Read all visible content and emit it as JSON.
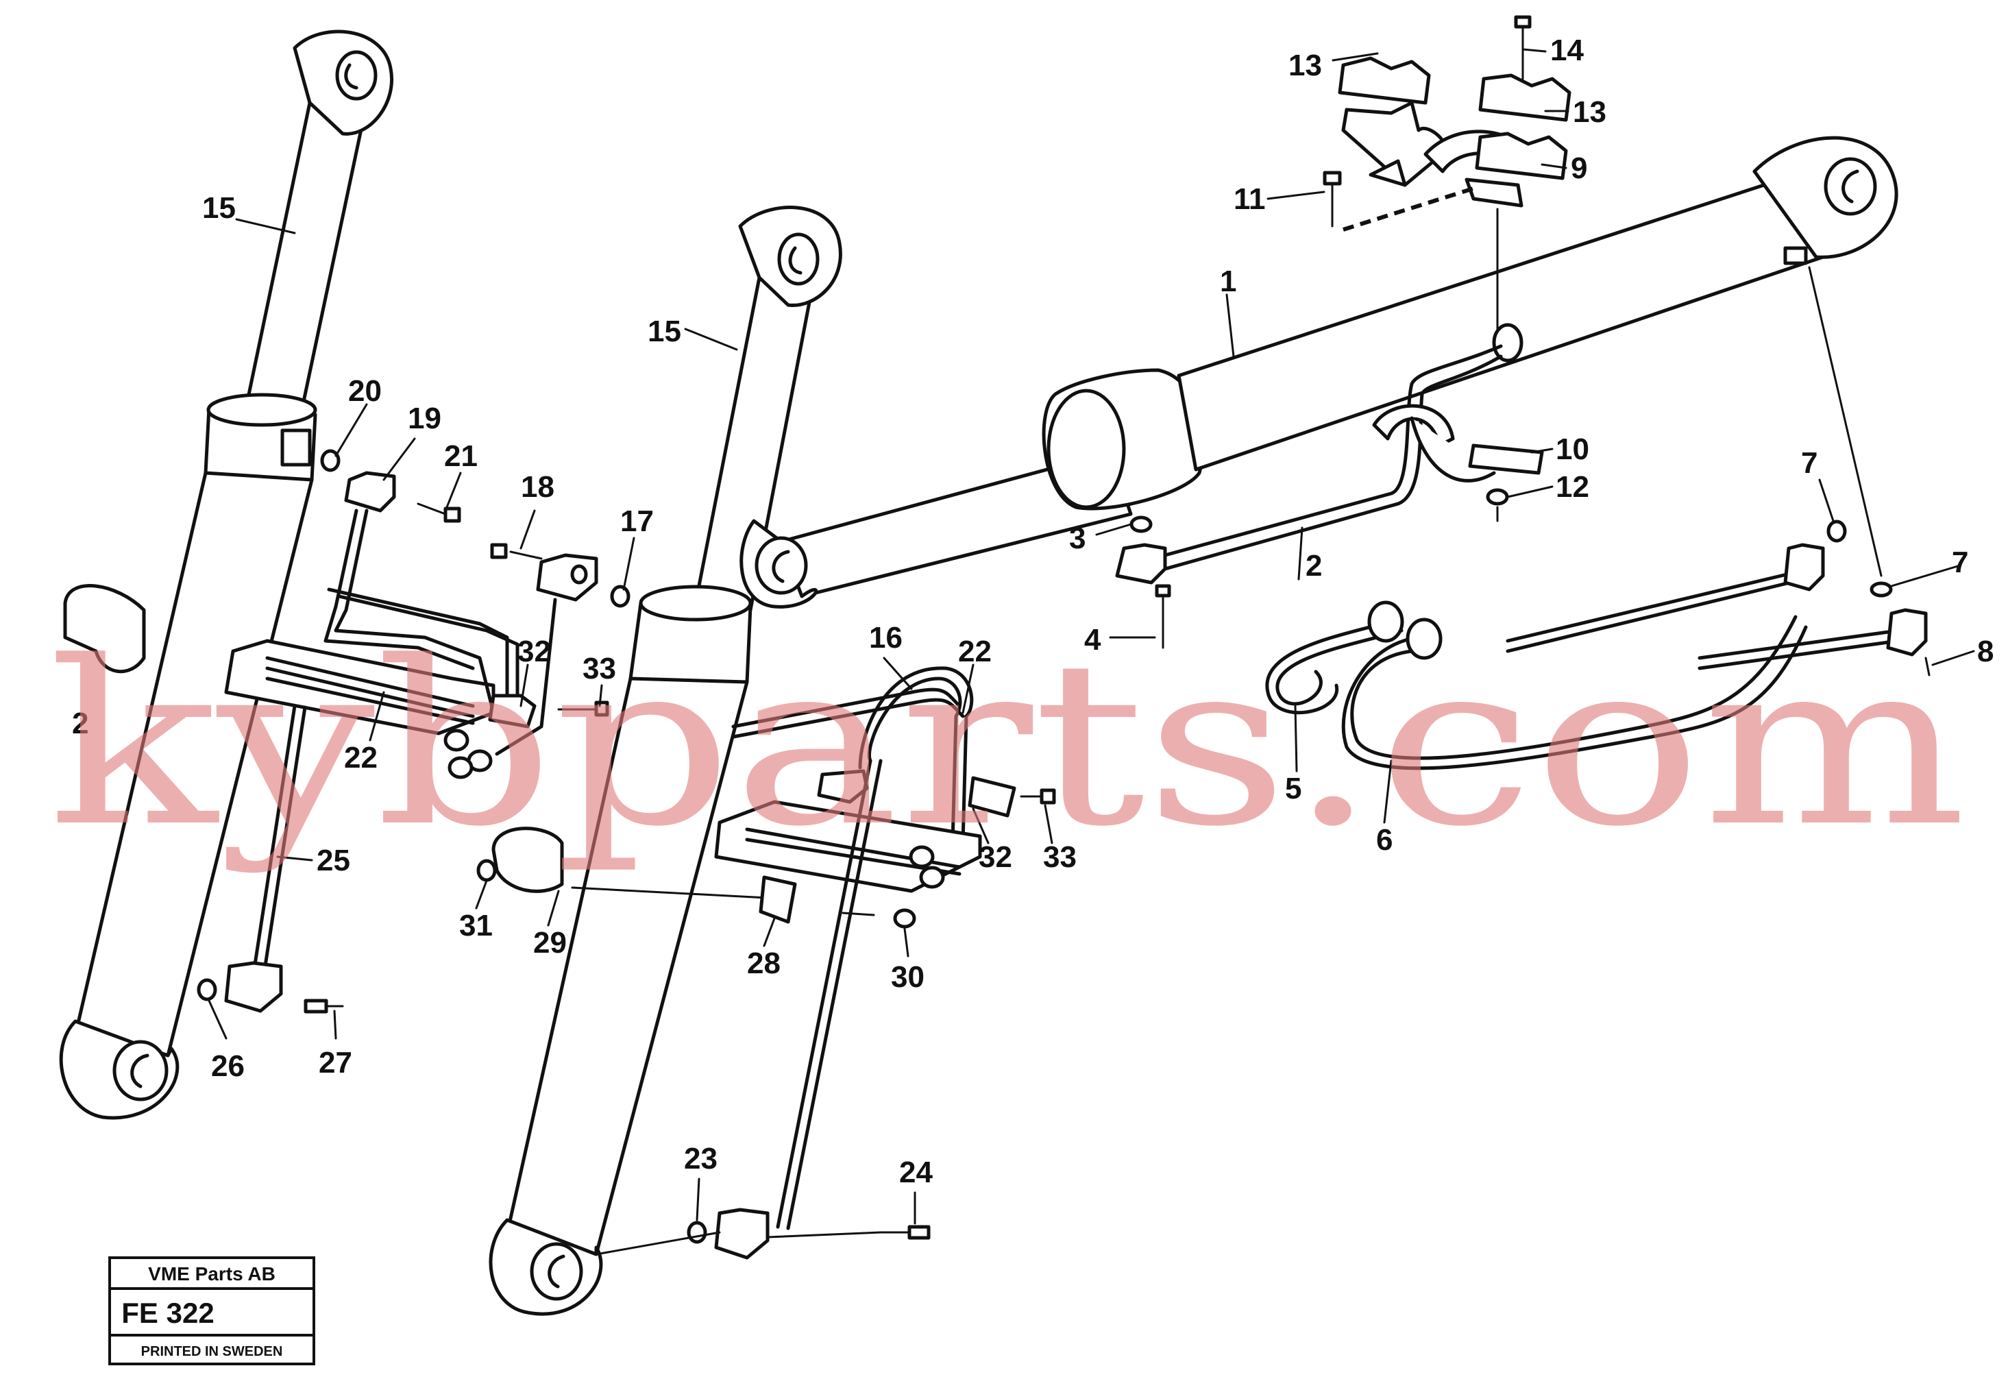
{
  "labels": {
    "l1": "1",
    "l2": "2",
    "l3": "3",
    "l4": "4",
    "l5": "5",
    "l6": "6",
    "l7a": "7",
    "l7b": "7",
    "l8": "8",
    "l9": "9",
    "l10": "10",
    "l11": "11",
    "l12": "12",
    "l13a": "13",
    "l13b": "13",
    "l14": "14",
    "l15a": "15",
    "l15b": "15",
    "l16": "16",
    "l17": "17",
    "l18": "18",
    "l19": "19",
    "l20": "20",
    "l21": "21",
    "l22a": "22",
    "l22b": "22",
    "l23": "23",
    "l24": "24",
    "l25": "25",
    "l26": "26",
    "l27": "27",
    "l28": "28",
    "l29": "29",
    "l30": "30",
    "l31": "31",
    "l32a": "32",
    "l32b": "32",
    "l33": "33",
    "l33b": "33",
    "l2x": "2"
  },
  "stamp": {
    "company": "VME Parts AB",
    "code": "FE 322",
    "printed": "PRINTED IN SWEDEN"
  },
  "watermark": "kybparts.com",
  "colors": {
    "ink": "#111111",
    "watermark": "#e07a7a",
    "background": "#ffffff"
  }
}
